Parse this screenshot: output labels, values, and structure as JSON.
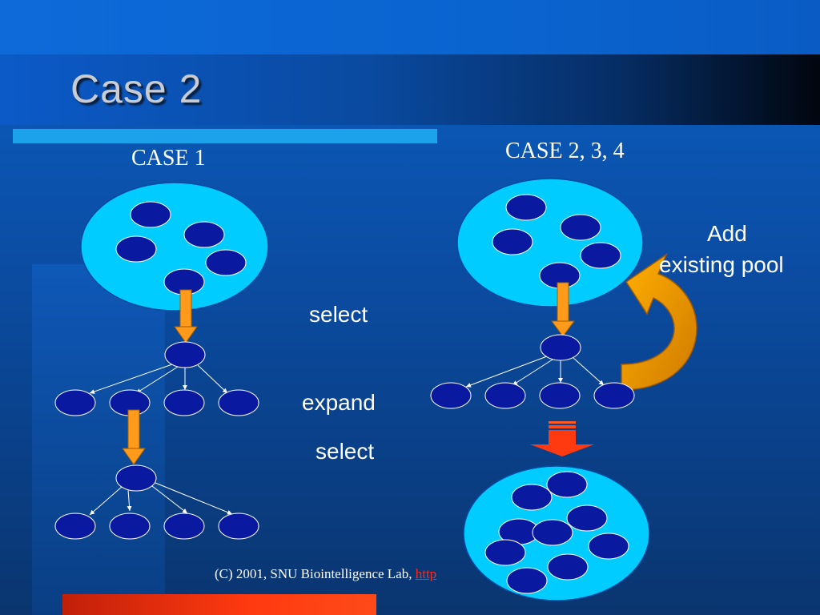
{
  "slide": {
    "title": "Case 2",
    "labels": {
      "case1": "CASE 1",
      "case234": "CASE 2, 3, 4",
      "select1": "select",
      "expand": "expand",
      "select2": "select",
      "add_line1": "Add",
      "add_line2": "existing pool"
    },
    "footer": {
      "text": "(C) 2001, SNU Biointelligence Lab, ",
      "link": "http"
    }
  },
  "colors": {
    "pool_fill": "#00ccff",
    "node_fill": "#0a1aa0",
    "arrow_orange": "#ff9a1a",
    "title_underline": "#1ba2ea",
    "bottom_bar": "#ff3a10"
  }
}
